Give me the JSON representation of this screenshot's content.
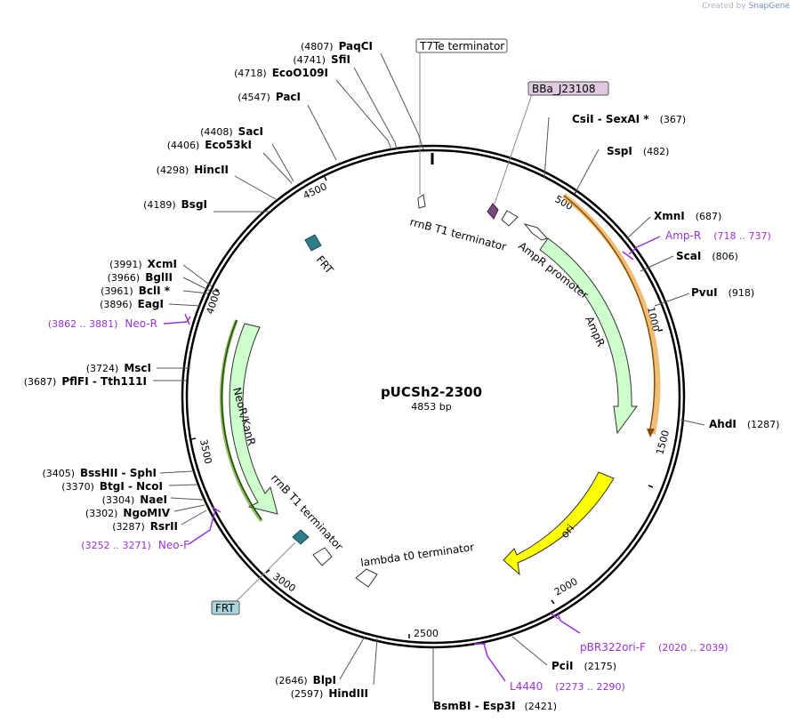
{
  "brand": {
    "prefix": "Created by",
    "name": "SnapGene"
  },
  "plasmid": {
    "name": "pUCSh2-2300",
    "length_label": "4853 bp",
    "length": 4853
  },
  "ticks": [
    {
      "label": "500",
      "pos": 500
    },
    {
      "label": "1000",
      "pos": 1000
    },
    {
      "label": "1500",
      "pos": 1500
    },
    {
      "label": "2000",
      "pos": 2000
    },
    {
      "label": "2500",
      "pos": 2500
    },
    {
      "label": "3000",
      "pos": 3000
    },
    {
      "label": "3500",
      "pos": 3500
    },
    {
      "label": "4000",
      "pos": 4000
    },
    {
      "label": "4500",
      "pos": 4500
    }
  ],
  "enzymes": [
    {
      "name": "PaqCI",
      "pos": "(4807)",
      "side": "left"
    },
    {
      "name": "SfiI",
      "pos": "(4741)",
      "side": "left"
    },
    {
      "name": "EcoO109I",
      "pos": "(4718)",
      "side": "left"
    },
    {
      "name": "PacI",
      "pos": "(4547)",
      "side": "left"
    },
    {
      "name": "SacI",
      "pos": "(4408)",
      "side": "left"
    },
    {
      "name": "Eco53kI",
      "pos": "(4406)",
      "side": "left"
    },
    {
      "name": "HincII",
      "pos": "(4298)",
      "side": "left"
    },
    {
      "name": "BsgI",
      "pos": "(4189)",
      "side": "left"
    },
    {
      "name": "XcmI",
      "pos": "(3991)",
      "side": "left"
    },
    {
      "name": "BglII",
      "pos": "(3966)",
      "side": "left"
    },
    {
      "name": "BclI *",
      "pos": "(3961)",
      "side": "left"
    },
    {
      "name": "EagI",
      "pos": "(3896)",
      "side": "left"
    },
    {
      "name": "MscI",
      "pos": "(3724)",
      "side": "left"
    },
    {
      "name": "PflFI - Tth111I",
      "pos": "(3687)",
      "side": "left"
    },
    {
      "name": "BssHII - SphI",
      "pos": "(3405)",
      "side": "left"
    },
    {
      "name": "BtgI - NcoI",
      "pos": "(3370)",
      "side": "left"
    },
    {
      "name": "NaeI",
      "pos": "(3304)",
      "side": "left"
    },
    {
      "name": "NgoMIV",
      "pos": "(3302)",
      "side": "left"
    },
    {
      "name": "RsrII",
      "pos": "(3287)",
      "side": "left"
    },
    {
      "name": "BlpI",
      "pos": "(2646)",
      "side": "left"
    },
    {
      "name": "HindIII",
      "pos": "(2597)",
      "side": "left"
    },
    {
      "name": "CsiI - SexAI *",
      "pos": "(367)",
      "side": "right"
    },
    {
      "name": "SspI",
      "pos": "(482)",
      "side": "right"
    },
    {
      "name": "XmnI",
      "pos": "(687)",
      "side": "right"
    },
    {
      "name": "ScaI",
      "pos": "(806)",
      "side": "right"
    },
    {
      "name": "PvuI",
      "pos": "(918)",
      "side": "right"
    },
    {
      "name": "AhdI",
      "pos": "(1287)",
      "side": "right"
    },
    {
      "name": "PciI",
      "pos": "(2175)",
      "side": "right"
    },
    {
      "name": "BsmBI - Esp3I",
      "pos": "(2421)",
      "side": "right"
    }
  ],
  "primers": [
    {
      "name": "Amp-R",
      "range": "(718 .. 737)"
    },
    {
      "name": "Neo-R",
      "range": "(3862 .. 3881)"
    },
    {
      "name": "Neo-F",
      "range": "(3252 .. 3271)"
    },
    {
      "name": "pBR322ori-F",
      "range": "(2020 .. 2039)"
    },
    {
      "name": "L4440",
      "range": "(2273 .. 2290)"
    }
  ],
  "features": [
    {
      "name": "AmpR",
      "color": "#ccffcc"
    },
    {
      "name": "ori",
      "color": "#ffff00"
    },
    {
      "name": "NeoR/KanR",
      "color": "#ccffcc"
    },
    {
      "name": "AmpR promoter",
      "color": "#ffffff"
    },
    {
      "name": "rrnB T1 terminator",
      "color": "#ffffff"
    },
    {
      "name": "rrnB T1 terminator",
      "color": "#ffffff"
    },
    {
      "name": "lambda t0 terminator",
      "color": "#ffffff"
    },
    {
      "name": "FRT",
      "color": "#2d7d8c"
    },
    {
      "name": "FRT",
      "color": "#2d7d8c"
    },
    {
      "name": "BBa_J23108",
      "color": "#7a4a7e"
    },
    {
      "name": "T7Te terminator",
      "color": "#ffffff"
    }
  ],
  "boxed_labels": [
    {
      "name": "T7Te terminator",
      "color": "#ffffff"
    },
    {
      "name": "BBa_J23108",
      "color": "#dfc9e0"
    },
    {
      "name": "FRT",
      "color": "#a8d5dc"
    }
  ],
  "colors": {
    "primer": "#9b30d9",
    "enzyme_text": "#000000",
    "backbone": "#000000"
  }
}
